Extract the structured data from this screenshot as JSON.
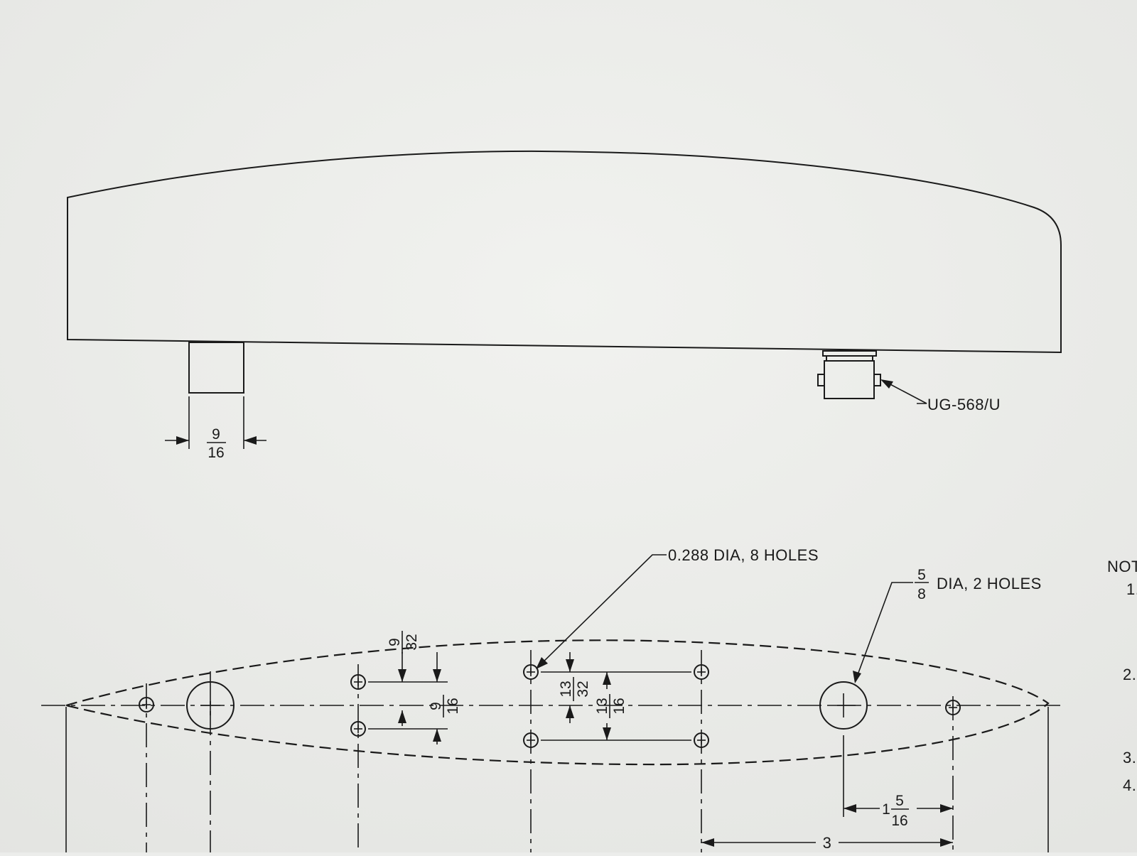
{
  "side_view": {
    "connector_label": "UG-568/U",
    "stub_width": {
      "num": "9",
      "den": "16"
    }
  },
  "plan_view": {
    "callouts": {
      "small_holes": "0.288 DIA, 8 HOLES",
      "large_holes_num": "5",
      "large_holes_den": "8",
      "large_holes_text": "DIA, 2 HOLES"
    },
    "dimensions": {
      "top_offset": {
        "num": "9",
        "den": "32"
      },
      "row_spacing": {
        "num": "9",
        "den": "16"
      },
      "half_spacing": {
        "num": "13",
        "den": "32"
      },
      "row_spacing_wide": {
        "num": "13",
        "den": "16"
      },
      "hole_to_hole": {
        "whole": "1",
        "num": "5",
        "den": "16"
      },
      "span": "3"
    }
  },
  "notes": {
    "heading": "NOT",
    "numbers": [
      "1.",
      "2.",
      "3.",
      "4."
    ]
  }
}
